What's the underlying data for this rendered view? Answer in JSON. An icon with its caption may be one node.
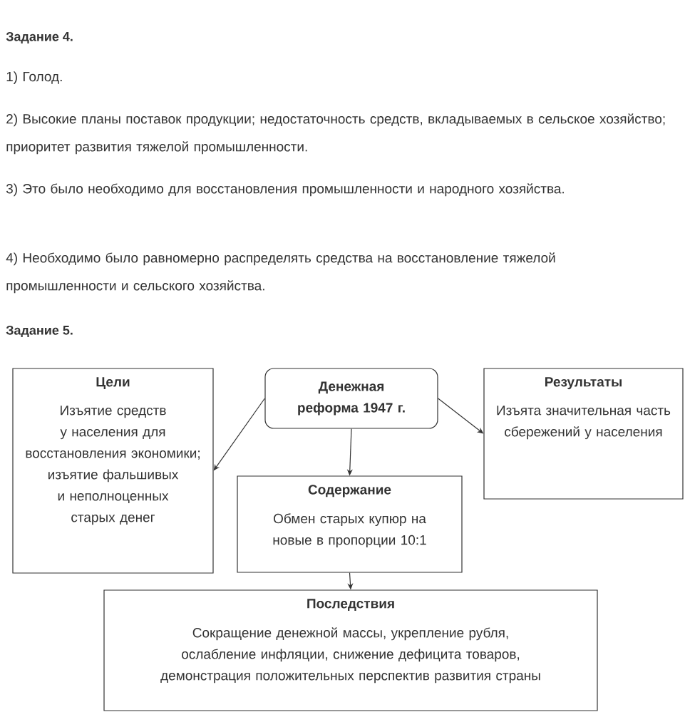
{
  "diagram": {
    "nodes": [
      {
        "text": [
          "Денежная реформа 1947 г."
        ]
      },
      {
        "text": [
          "Цели",
          "Изъятие средств у населения для восстановления экономики; изъятие фальшивых и неполноценных старых денег"
        ]
      },
      {
        "text": [
          "Результаты",
          "Изъята значительная часть сбережений у населения"
        ]
      },
      {
        "text": [
          "Содержание",
          "Обмен старых купюр на новые в пропорции 10:1"
        ]
      },
      {
        "text": [
          "Последствия",
          "Сокращение денежной массы, укрепление рубля, ослабление инфляции, снижение дефицита товаров, демонстрация положительных перспектив развития страны"
        ]
      }
    ],
    "edges": [
      {
        "from": 0,
        "to": 1,
        "arrow": "to"
      },
      {
        "from": 0,
        "to": 3,
        "arrow": "to"
      },
      {
        "from": 0,
        "to": 2,
        "arrow": "to"
      },
      {
        "from": 3,
        "to": 4,
        "arrow": "to"
      }
    ],
    "labels": [
      "Задание 4.",
      "1) Голод.",
      "2) Высокие планы поставок продукции; недостаточность средств, вкладываемых в сельское хозяйство; приоритет развития тяжелой промышленности.",
      "3) Это было необходимо для восстановления промышленности и народного хозяйства.",
      "4) Необходимо было равномерно распределять средства на восстановление тяжелой промышленности и сельского хозяйства.",
      "Задание 5."
    ]
  }
}
